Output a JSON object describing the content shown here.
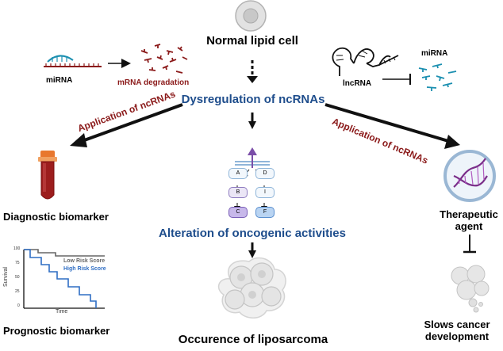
{
  "top": {
    "normal_cell": "Normal lipid cell",
    "dysregulation": "Dysregulation of ncRNAs",
    "mirna_left": "miRNA",
    "mrna_degradation": "mRNA degradation",
    "lncrna": "lncRNA",
    "mirna_right": "miRNA"
  },
  "left": {
    "application": "Application of ncRNAs",
    "diagnostic": "Diagnostic biomarker",
    "prognostic": "Prognostic biomarker",
    "km_low_risk": "Low Risk Score",
    "km_high_risk": "High Risk Score",
    "km_ylabel": "Survival",
    "km_xlabel": "Time",
    "km_ticks": [
      "100",
      "75",
      "50",
      "25",
      "0"
    ]
  },
  "center": {
    "pathway_nodes": [
      "A",
      "D",
      "B",
      "I",
      "C",
      "F"
    ],
    "alteration": "Alteration of oncogenic activities",
    "occurrence": "Occurence of liposarcoma"
  },
  "right": {
    "application": "Application of ncRNAs",
    "therapeutic": "Therapeutic agent",
    "slows": "Slows cancer development"
  },
  "colors": {
    "title_blue": "#1e4d8c",
    "label_maroon": "#8b1a1a",
    "km_low": "#666666",
    "km_high": "#2f6ec4"
  }
}
